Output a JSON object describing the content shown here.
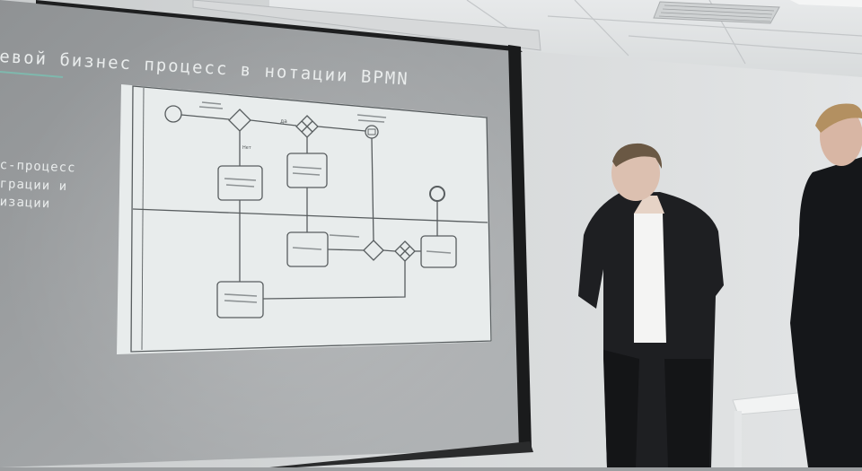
{
  "slide": {
    "title": "евой бизнес процесс в нотации BPMN",
    "side_lines": [
      "с-процесс",
      "грации и",
      "изации"
    ]
  },
  "diagram": {
    "gateway_label_yes": "да",
    "gateway_label_no": "Нет"
  }
}
